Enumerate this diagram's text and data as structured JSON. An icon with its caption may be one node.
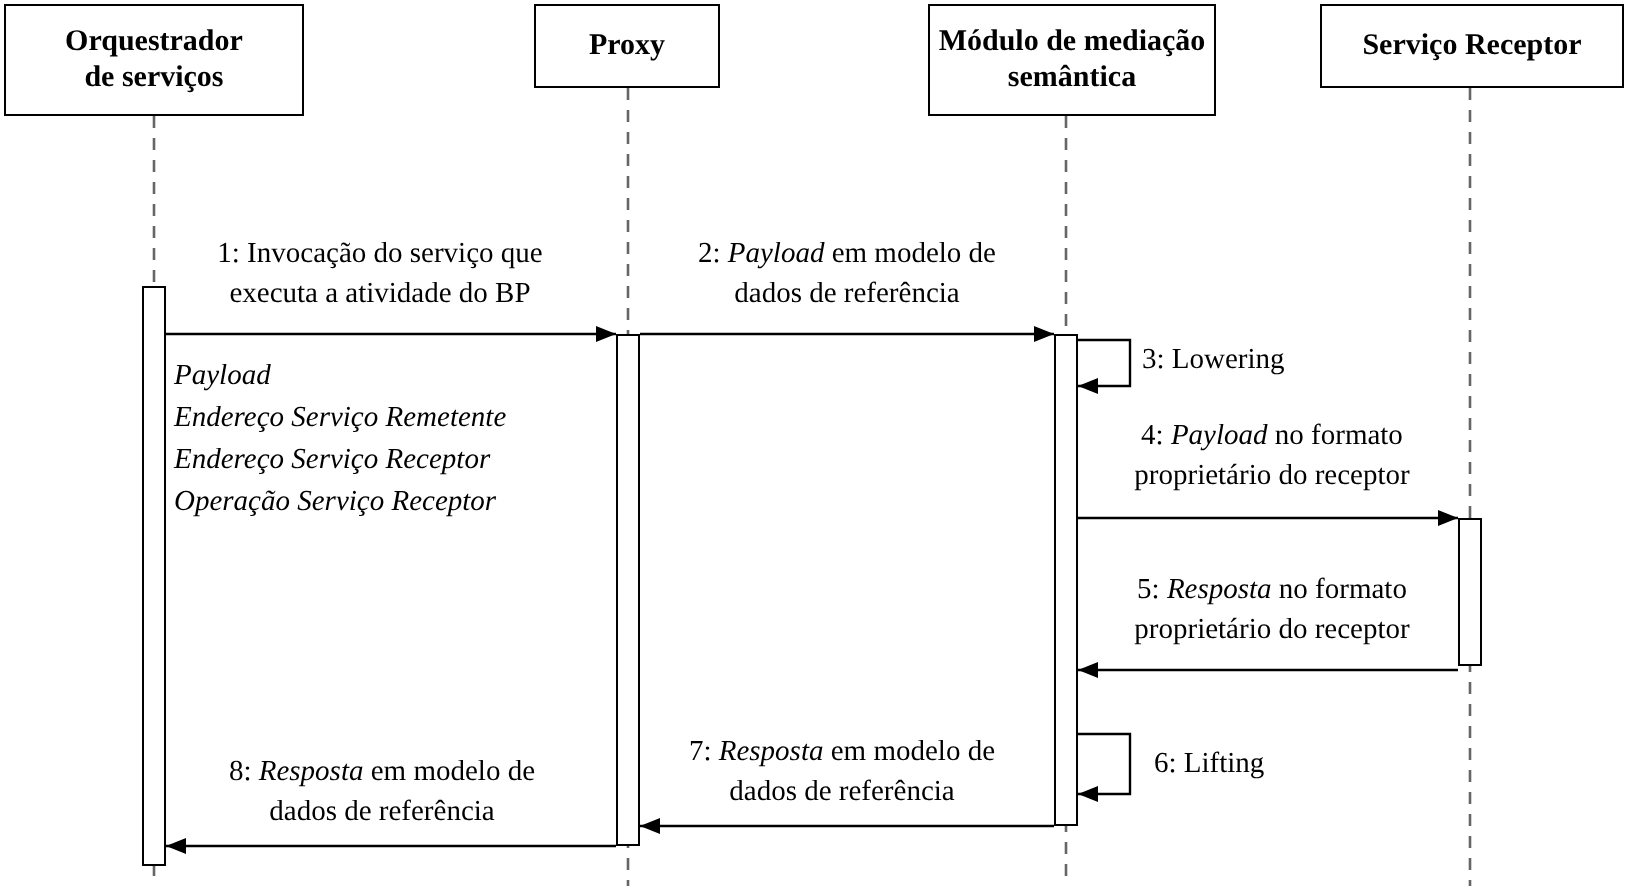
{
  "diagram": {
    "nodes": [
      {
        "text": [
          "Orquestrador de serviços"
        ]
      },
      {
        "text": [
          "Proxy"
        ]
      },
      {
        "text": [
          "Módulo de mediação semântica"
        ]
      },
      {
        "text": [
          "Serviço Receptor"
        ]
      },
      {
        "text": [],
        "shape": "bar"
      },
      {
        "text": [],
        "shape": "bar"
      },
      {
        "text": [],
        "shape": "bar"
      },
      {
        "text": [],
        "shape": "bar"
      }
    ],
    "edges": [
      {
        "from": 4,
        "to": 5,
        "arrow": "to",
        "label": "1: Invocação do serviço que executa a atividade do BP"
      },
      {
        "from": 5,
        "to": 6,
        "arrow": "to",
        "label": "2: *Payload* em modelo de dados de referência"
      },
      {
        "from": 6,
        "to": 6,
        "arrow": "to",
        "label": "3: Lowering"
      },
      {
        "from": 6,
        "to": 7,
        "arrow": "to",
        "label": "4: *Payload* no formato proprietário do receptor"
      },
      {
        "from": 7,
        "to": 6,
        "arrow": "to",
        "label": "5: *Resposta* no formato proprietário do receptor"
      },
      {
        "from": 6,
        "to": 6,
        "arrow": "to",
        "label": "6: Lifting"
      },
      {
        "from": 6,
        "to": 5,
        "arrow": "to",
        "label": "7: *Resposta* em modelo de dados de referência"
      },
      {
        "from": 5,
        "to": 4,
        "arrow": "to",
        "label": "8: *Resposta* em modelo de dados de referência"
      }
    ],
    "labels": [
      "Payload",
      "Endereço Serviço Remetente",
      "Endereço Serviço Receptor",
      "Operação Serviço Receptor"
    ]
  }
}
